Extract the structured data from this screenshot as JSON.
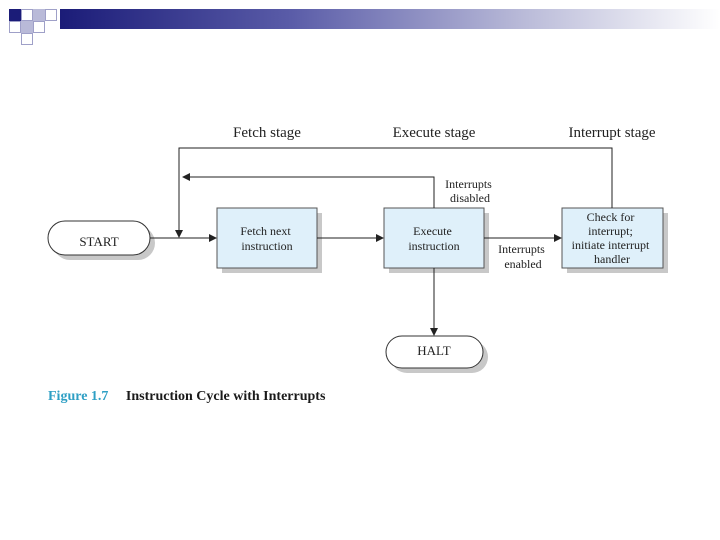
{
  "stages": {
    "fetch": "Fetch stage",
    "execute": "Execute stage",
    "interrupt": "Interrupt stage"
  },
  "nodes": {
    "start": "START",
    "fetch": [
      "Fetch next",
      "instruction"
    ],
    "execute": [
      "Execute",
      "instruction"
    ],
    "check": [
      "Check for",
      "interrupt;",
      "initiate interrupt",
      "handler"
    ],
    "halt": "HALT"
  },
  "edge_labels": {
    "disabled": [
      "Interrupts",
      "disabled"
    ],
    "enabled": [
      "Interrupts",
      "enabled"
    ]
  },
  "caption": {
    "figure": "Figure 1.7",
    "title": "Instruction Cycle with Interrupts"
  },
  "colors": {
    "box_fill": "#dff0fa",
    "figure_label": "#2e9fc4",
    "slide_accent": "#1b1c78"
  }
}
